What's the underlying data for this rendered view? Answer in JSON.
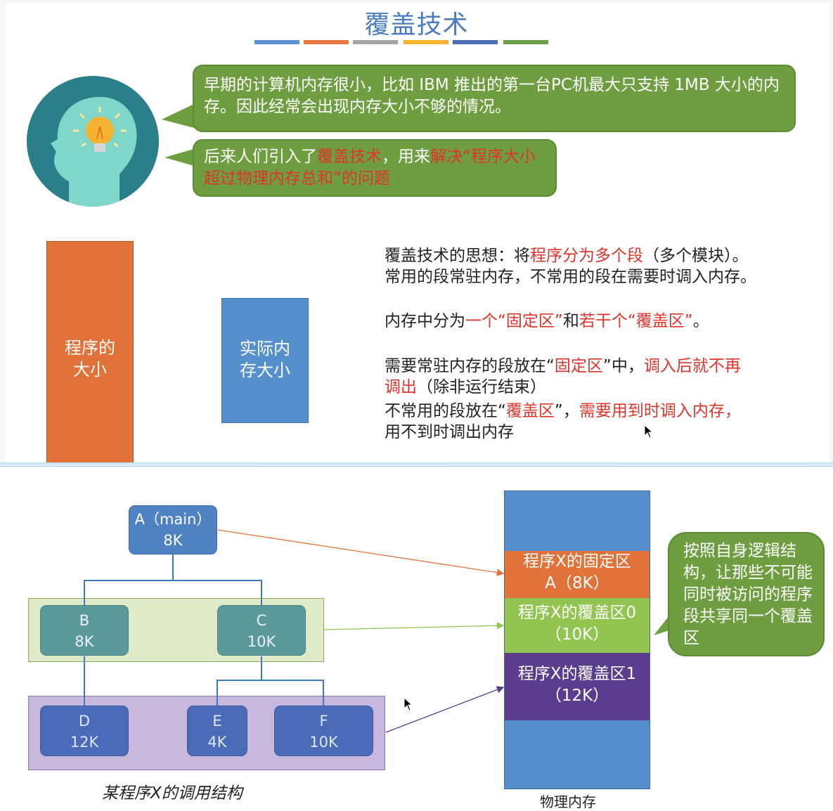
{
  "slide": {
    "title": "覆盖技术",
    "title_bar_colors": [
      "#5b93d3",
      "#e8753d",
      "#a5a5a5",
      "#f5b331",
      "#4a6fb5",
      "#6aa245"
    ],
    "bubble1": {
      "text": "早期的计算机内存很小，比如 IBM 推出的第一台PC机最大只支持 1MB 大小的内存。因此经常会出现内存大小不够的情况。"
    },
    "bubble2": {
      "part1": "后来人们引入了",
      "part2": "覆盖技术",
      "part3": "，用来",
      "part4": "解决“程序大小超过物理内存总和”的问题"
    },
    "program_size_label_line1": "程序的",
    "program_size_label_line2": "大小",
    "memory_size_label_line1": "实际内",
    "memory_size_label_line2": "存大小",
    "idea": {
      "l1a": "覆盖技术的思想：将",
      "l1b": "程序分为多个段",
      "l1c": "（多个模块）。",
      "l2": "常用的段常驻内存，不常用的段在需要时调入内存。",
      "l3a": "内存中分为",
      "l3b": "一个“固定区”",
      "l3c": "和",
      "l3d": "若干个“覆盖区”",
      "l3e": "。",
      "l4a": "需要常驻内存的段放在“",
      "l4b": "固定区",
      "l4c": "”中，",
      "l4d": "调入后就不再",
      "l5a": "调出",
      "l5b": "（除非运行结束）",
      "l6a": "不常用的段放在“",
      "l6b": "覆盖区",
      "l6c": "”，",
      "l6d": "需要用到时调入内存，",
      "l7": "用不到时调出内存"
    }
  },
  "diagram": {
    "nodes": {
      "a_line1": "A（main）",
      "a_line2": "8K",
      "b_line1": "B",
      "b_line2": "8K",
      "c_line1": "C",
      "c_line2": "10K",
      "d_line1": "D",
      "d_line2": "12K",
      "e_line1": "E",
      "e_line2": "4K",
      "f_line1": "F",
      "f_line2": "10K"
    },
    "memory": {
      "fixed_line1": "程序X的固定区",
      "fixed_line2": "A（8K）",
      "ov0_line1": "程序X的覆盖区0",
      "ov0_line2": "（10K）",
      "ov1_line1": "程序X的覆盖区1",
      "ov1_line2": "（12K）"
    },
    "callout": "按照自身逻辑结构，让那些不可能同时被访问的程序段共享同一个覆盖区",
    "caption_structure": "某程序X的调用结构",
    "caption_memory": "物理内存",
    "arrow_colors": {
      "a": "#e0723a",
      "bc": "#92c550",
      "def": "#5a3d8f"
    }
  }
}
